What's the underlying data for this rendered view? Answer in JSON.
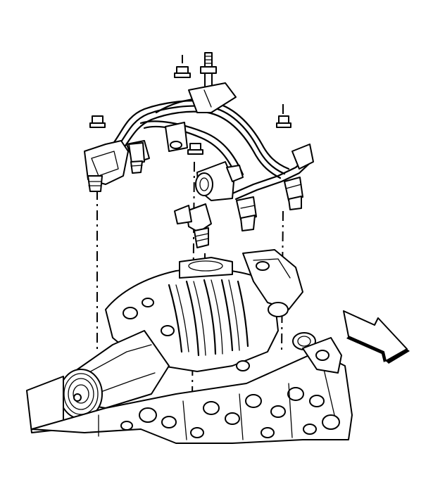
{
  "figure": {
    "background": "#ffffff",
    "line_color": "#000000",
    "parts": [
      "fuel-rail-assembly",
      "fuel-injector",
      "fuel-rail-bolt",
      "fuel-rail-stud",
      "fuel-pressure-regulator",
      "supercharger-intake-manifold",
      "supercharger-pulley",
      "engine-cylinder-head",
      "direction-arrow"
    ]
  }
}
